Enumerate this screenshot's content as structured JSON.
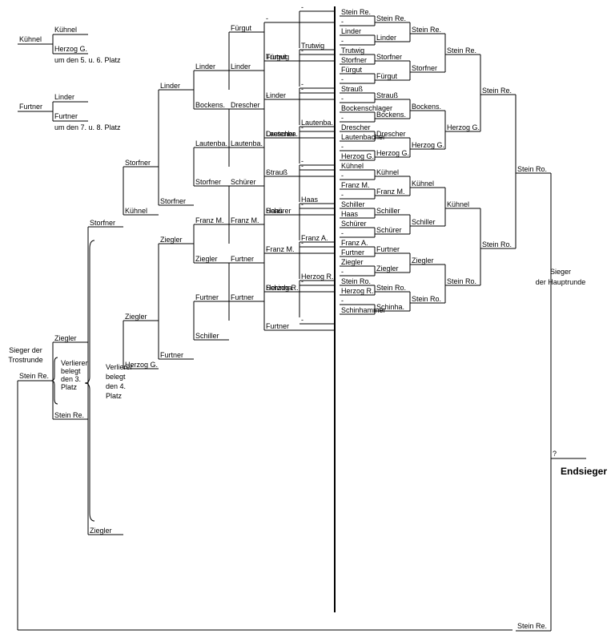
{
  "placement": {
    "p5": {
      "a": "Kühnel",
      "b1": "Kühnel",
      "b2": "Herzog G.",
      "note": "um den 5. u. 6. Platz"
    },
    "p7": {
      "a": "Furtner",
      "b1": "Linder",
      "b2": "Furtner",
      "note": "um den 7. u. 8. Platz"
    }
  },
  "left": {
    "r1": [
      "-",
      "Fürgut",
      "Trutwig",
      "Linder",
      "-",
      "Drescher",
      "Lautenba.",
      "Strauß",
      "-",
      "Schürer",
      "Haas",
      "Franz M.",
      "-",
      "Schinha.",
      "Herzog R.",
      "Furtner"
    ],
    "r2": [
      "-",
      "-",
      "Trutwig",
      "-",
      "-",
      "-",
      "Lautenba.",
      "-",
      "-",
      "-",
      "Haas",
      "-",
      "Franz A.",
      "-",
      "Herzog R.",
      "-"
    ],
    "r3": [
      "Fürgut",
      "Linder",
      "Drescher",
      "Lautenba.",
      "Schürer",
      "Franz M.",
      "Furtner",
      "Furtner"
    ],
    "r4": [
      "Linder",
      "Bockens.",
      "Lautenba.",
      "Storfner",
      "Franz M.",
      "Ziegler",
      "Furtner",
      "Schiller"
    ],
    "r5": [
      "Linder",
      "Storfner",
      "Ziegler",
      "Furtner"
    ],
    "r6": [
      "Storfner",
      "Kühnel",
      "Ziegler",
      "Herzog G."
    ],
    "r7": [
      "Storfner",
      "Ziegler"
    ],
    "r8": [
      "Ziegler",
      "Stein Re."
    ]
  },
  "right": {
    "r1": [
      "Stein Re.",
      "-",
      "Linder",
      "-",
      "Trutwig",
      "Storfner",
      "Fürgut",
      "-",
      "Strauß",
      "-",
      "Bockenschlager",
      "-",
      "Drescher",
      "Lautenbacher",
      "-",
      "Herzog G.",
      "Kühnel",
      "-",
      "Franz M.",
      "-",
      "Schiller",
      "Haas",
      "Schürer",
      "-",
      "Franz A.",
      "Furtner",
      "Ziegler",
      "-",
      "Stein Ro.",
      "Herzog R.",
      "-",
      "Schinhammer"
    ],
    "r2": [
      "Stein Re.",
      "Linder",
      "Storfner",
      "Fürgut",
      "Strauß",
      "Bockens.",
      "Drescher",
      "Herzog G.",
      "Kühnel",
      "Franz M.",
      "Schiller",
      "Schürer",
      "Furtner",
      "Ziegler",
      "Stein Ro.",
      "Schinha."
    ],
    "r3": [
      "Stein Re.",
      "Storfner",
      "Bockens.",
      "Herzog G.",
      "Kühnel",
      "Schiller",
      "Ziegler",
      "Stein Ro."
    ],
    "r4": [
      "Stein Re.",
      "Herzog G.",
      "Kühnel",
      "Stein Ro."
    ],
    "r5": [
      "Stein Re.",
      "Stein Ro."
    ],
    "r6": "Stein Ro."
  },
  "labels": {
    "sieger_haupt": [
      "Sieger",
      "der Hauptrunde"
    ],
    "sieger_trost": [
      "Sieger der",
      "Trostrunde"
    ],
    "trost_winner": "Stein Re.",
    "bottom_winner": "Stein Re.",
    "verlierer3": [
      "Verlierer",
      "belegt",
      "den 3.",
      "Platz"
    ],
    "verlierer4": [
      "Verlierer",
      "belegt",
      "den 4.",
      "Platz"
    ],
    "final_unknown": "?",
    "endsieger": "Endsieger"
  }
}
